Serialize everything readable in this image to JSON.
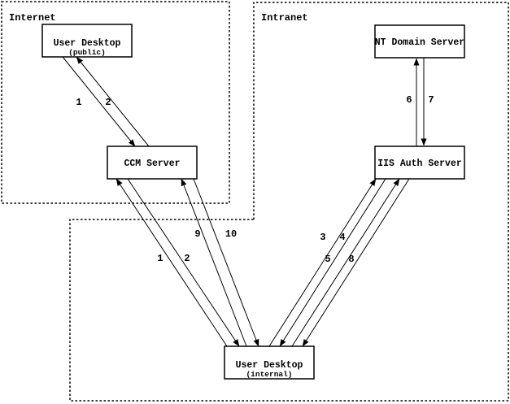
{
  "diagram": {
    "background_color": "#ffffff",
    "line_color": "#000000",
    "regions": {
      "internet": {
        "label": "Internet"
      },
      "intranet": {
        "label": "Intranet"
      }
    },
    "nodes": {
      "user_desktop_public": {
        "title": "User Desktop",
        "subtitle": "(public)"
      },
      "ccm_server": {
        "title": "CCM Server"
      },
      "nt_domain_server": {
        "title": "NT Domain Server"
      },
      "iis_auth_server": {
        "title": "IIS Auth Server"
      },
      "user_desktop_internal": {
        "title": "User Desktop",
        "subtitle": "(internal)"
      }
    },
    "flow_labels": {
      "public_desktop_to_ccm": "1",
      "ccm_to_public_desktop": "2",
      "internal_desktop_to_ccm": "1",
      "ccm_to_internal_desktop": "2",
      "internal_desktop_to_ccm_b": "9",
      "ccm_to_internal_desktop_b": "10",
      "internal_desktop_to_iis": "3",
      "iis_to_internal_desktop": "4",
      "internal_desktop_to_iis_b": "5",
      "iis_to_internal_desktop_b": "8",
      "iis_to_nt_domain": "6",
      "nt_domain_to_iis": "7"
    }
  }
}
